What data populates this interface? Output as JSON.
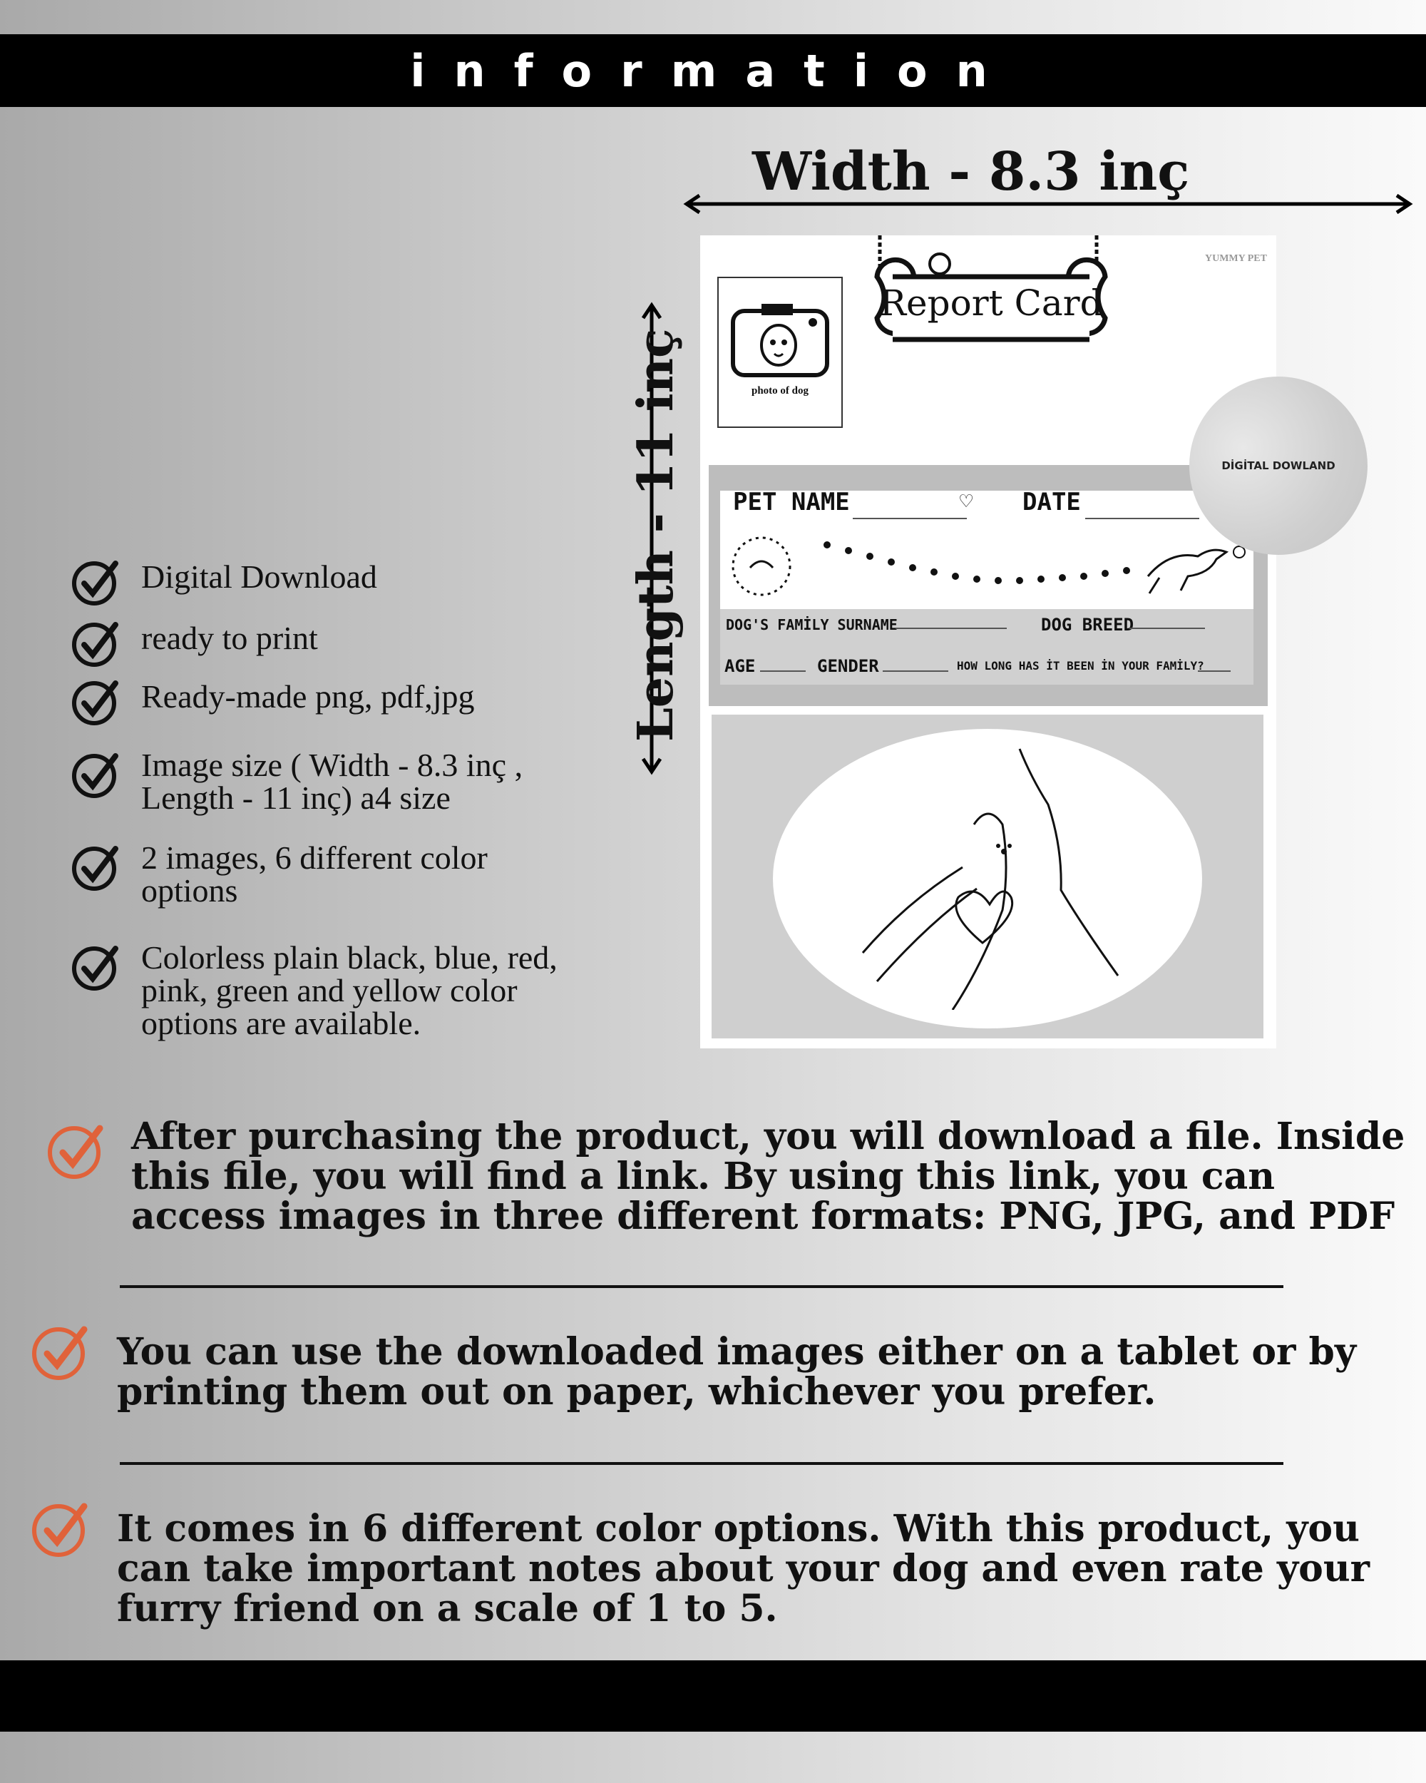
{
  "header": {
    "title": "information"
  },
  "dimensions": {
    "width_label": "Width - 8.3 inç",
    "length_label": "Length - 11 inç"
  },
  "features": [
    {
      "text": "Digital Download"
    },
    {
      "text": "ready to print"
    },
    {
      "text": "Ready-made png, pdf,jpg"
    },
    {
      "text": "Image size (  Width - 8.3 inç  , Length - 11 inç) a4 size"
    },
    {
      "text": "2 images, 6 different color options"
    },
    {
      "text": "Colorless plain black, blue, red, pink, green and yellow color options are available."
    }
  ],
  "preview": {
    "brand": "YUMMY PET",
    "title": "Report Card",
    "photo_label": "photo of dog",
    "pet_name_label": "PET NAME",
    "date_label": "DATE",
    "surname_label": "DOG'S FAMİLY SURNAME",
    "breed_label": "DOG BREED",
    "age_label": "AGE",
    "gender_label": "GENDER",
    "how_long_label": "HOW LONG HAS İT BEEN İN YOUR FAMİLY?",
    "badge": "DİGİTAL DOWLAND"
  },
  "paragraphs": [
    {
      "text": "After purchasing the product, you will download a file. Inside this file, you will find a link. By using this link, you can access images in three different formats: PNG, JPG, and PDF"
    },
    {
      "text": "You can use the downloaded images either on a tablet or by printing them out on paper, whichever you prefer."
    },
    {
      "text": "It comes in 6 different color options. With this product, you can take important notes about your dog and even rate your furry friend on a scale of 1 to 5."
    }
  ],
  "colors": {
    "check_accent": "#e0623a",
    "bar": "#000000"
  }
}
